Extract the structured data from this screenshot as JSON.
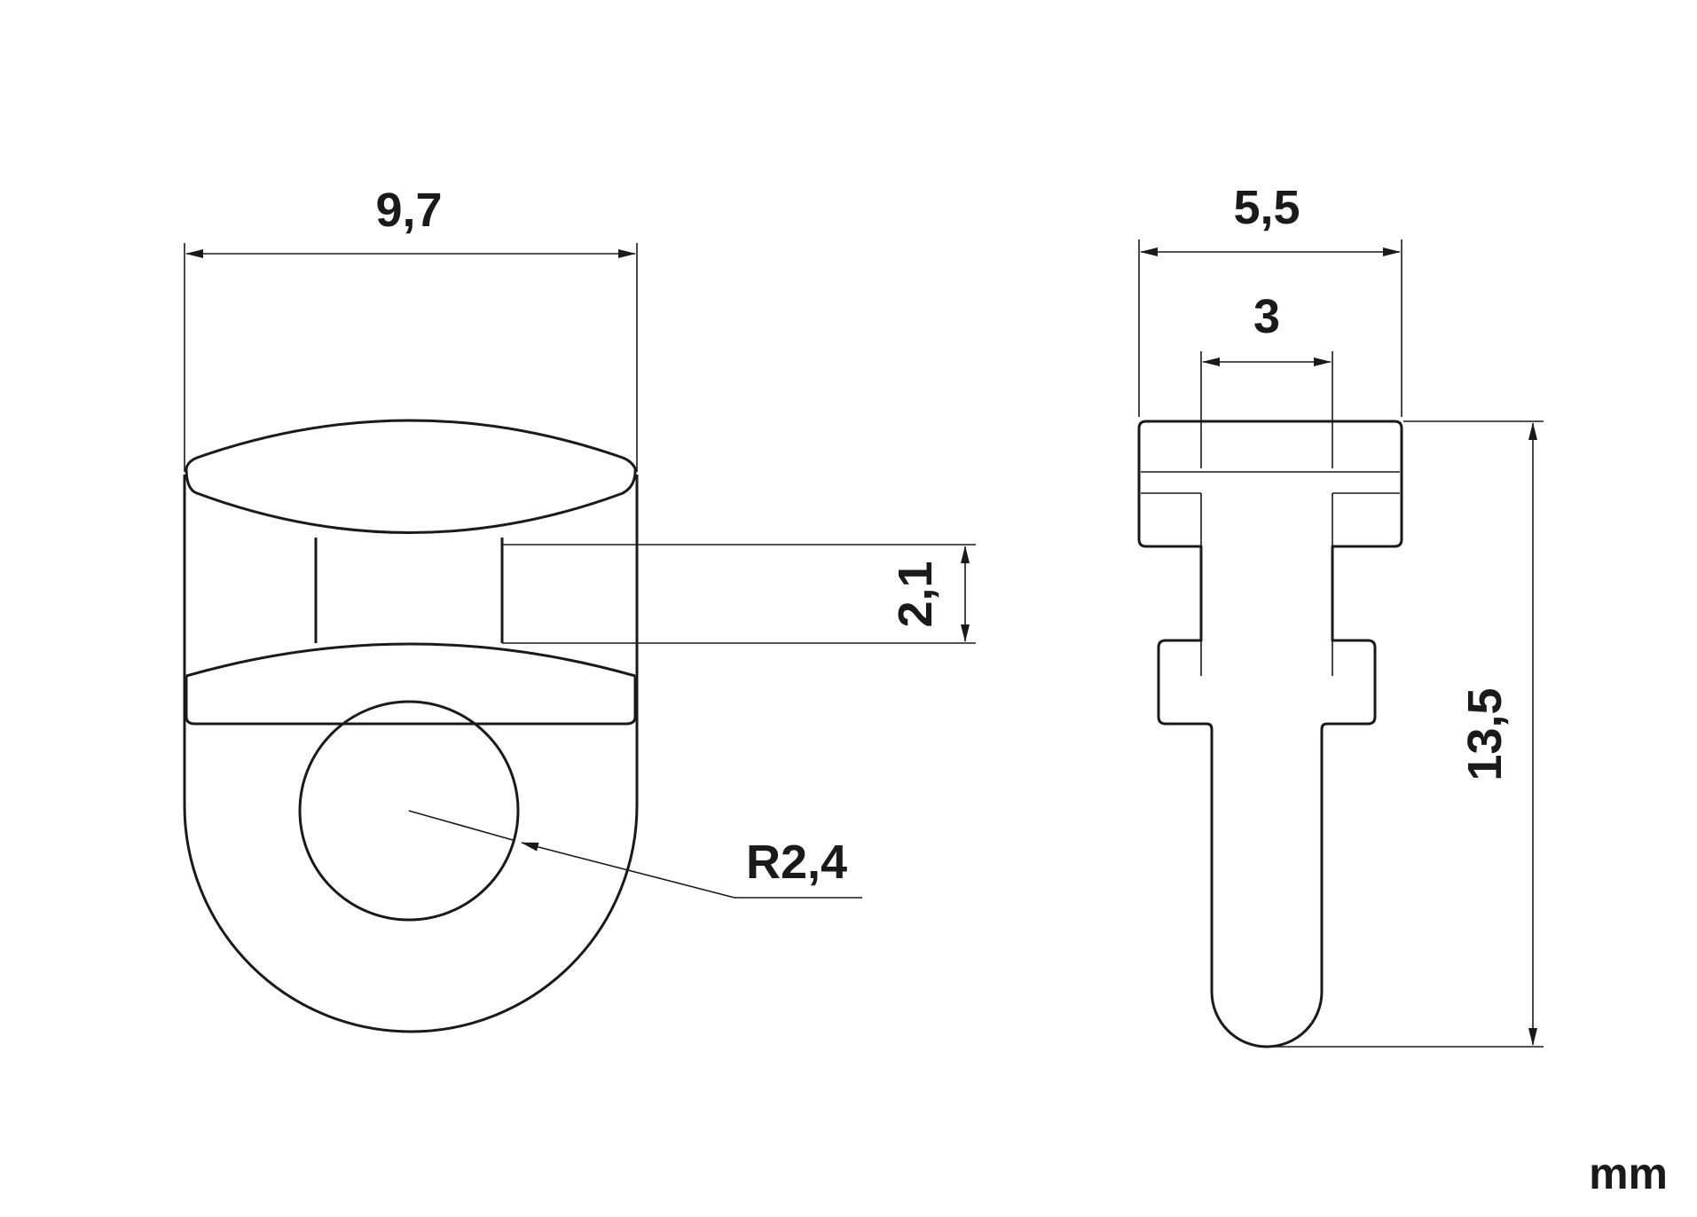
{
  "drawing": {
    "front_view": {
      "width_label": "9,7",
      "slot_height_label": "2,1",
      "radius_label": "R2,4"
    },
    "side_view": {
      "width_label": "5,5",
      "pin_width_label": "3",
      "height_label": "13,5"
    },
    "unit": "mm"
  }
}
